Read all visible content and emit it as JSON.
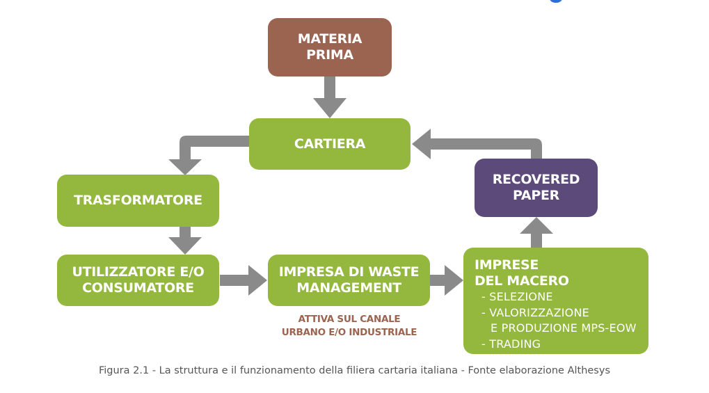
{
  "diagram": {
    "nodes": {
      "materia_prima": [
        "MATERIA",
        "PRIMA"
      ],
      "cartiera": [
        "CARTIERA"
      ],
      "trasformatore": [
        "TRASFORMATORE"
      ],
      "utilizzatore": [
        "UTILIZZATORE E/O",
        "CONSUMATORE"
      ],
      "impresa_waste": [
        "IMPRESA DI WASTE",
        "MANAGEMENT"
      ],
      "recovered_paper": [
        "RECOVERED",
        "PAPER"
      ],
      "imprese_macero": {
        "title": [
          "IMPRESE",
          "DEL MACERO"
        ],
        "items": [
          "- SELEZIONE",
          "- VALORIZZAZIONE",
          "E PRODUZIONE MPS-EOW",
          "- TRADING"
        ]
      }
    },
    "note": [
      "ATTIVA SUL CANALE",
      "URBANO E/O INDUSTRIALE"
    ],
    "edges": [
      {
        "from": "MATERIA PRIMA",
        "to": "CARTIERA"
      },
      {
        "from": "CARTIERA",
        "to": "TRASFORMATORE"
      },
      {
        "from": "TRASFORMATORE",
        "to": "UTILIZZATORE E/O CONSUMATORE"
      },
      {
        "from": "UTILIZZATORE E/O CONSUMATORE",
        "to": "IMPRESA DI WASTE MANAGEMENT"
      },
      {
        "from": "IMPRESA DI WASTE MANAGEMENT",
        "to": "IMPRESE DEL MACERO"
      },
      {
        "from": "IMPRESE DEL MACERO",
        "to": "RECOVERED PAPER"
      },
      {
        "from": "RECOVERED PAPER",
        "to": "CARTIERA"
      }
    ],
    "colors": {
      "green": "#93b83d",
      "brown": "#9a6450",
      "purple": "#5c4a7b",
      "arrow": "#8a8a8a"
    }
  },
  "caption": "Figura 2.1 - La struttura e il funzionamento della filiera cartaria italiana - Fonte elaborazione Althesys"
}
